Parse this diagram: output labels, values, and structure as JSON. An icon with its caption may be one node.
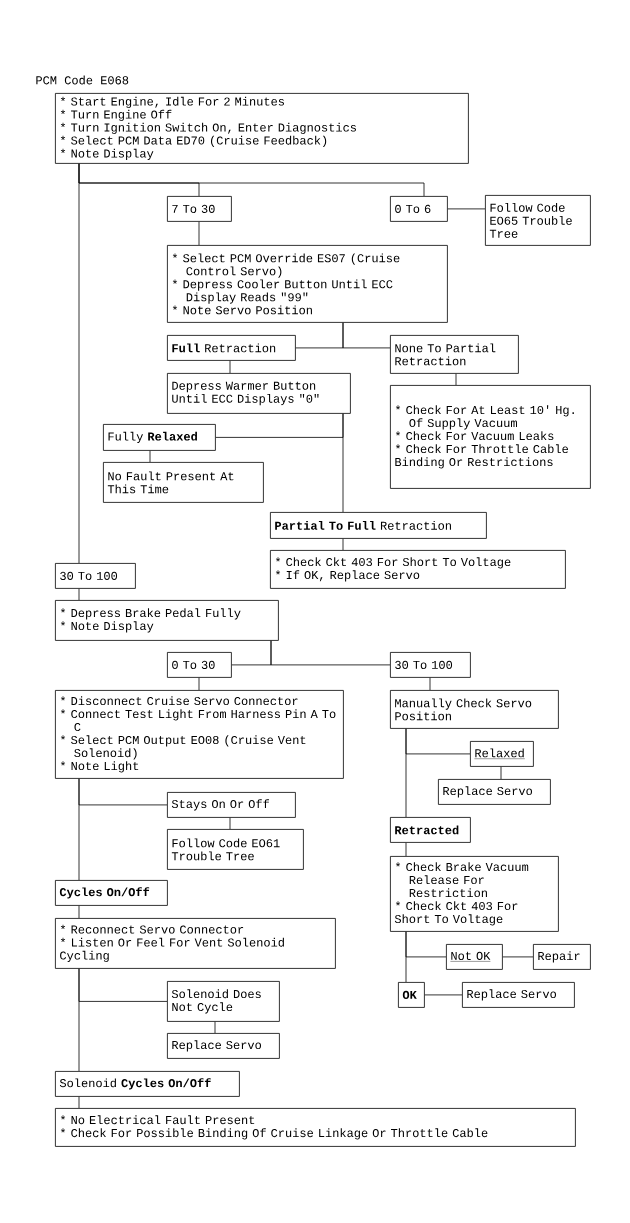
{
  "diagram": {
    "title": "PCM Code E068",
    "nodes": [
      {
        "text": [
          "* Start Engine, Idle For 2 Minutes",
          "* Turn Engine Off",
          "* Turn Ignition Switch On, Enter Diagnostics",
          "* Select PCM Data ED70 (Cruise Feedback)",
          "* Note Display"
        ]
      },
      {
        "text": [
          "7 To 30"
        ]
      },
      {
        "text": [
          "0 To 6"
        ]
      },
      {
        "text": [
          "Follow Code EO65 Trouble Tree"
        ]
      },
      {
        "text": [
          "* Select PCM Override ES07 (Cruise Control Servo)",
          "* Depress Cooler Button Until ECC Display Reads \"99\"",
          "* Note Servo Position"
        ]
      },
      {
        "text": [
          "**Full** Retraction"
        ]
      },
      {
        "text": [
          "None To Partial Retraction"
        ]
      },
      {
        "text": [
          "Depress Warmer Button Until ECC Displays \"0\""
        ]
      },
      {
        "text": [
          "* Check For At Least 10' Hg. Of Supply Vacuum",
          "* Check For Vacuum Leaks",
          "* Check For Throttle Cable Binding Or Restrictions"
        ]
      },
      {
        "text": [
          "Fully **Relaxed**"
        ]
      },
      {
        "text": [
          "No Fault Present At This Time"
        ]
      },
      {
        "text": [
          "**Partial To Full** Retraction"
        ]
      },
      {
        "text": [
          "* Check Ckt 403 For Short To Voltage",
          "* If OK, Replace Servo"
        ]
      },
      {
        "text": [
          "30 To 100"
        ]
      },
      {
        "text": [
          "* Depress Brake Pedal Fully",
          "* Note Display"
        ]
      },
      {
        "text": [
          "0 To 30"
        ]
      },
      {
        "text": [
          "30 To 100"
        ]
      },
      {
        "text": [
          "* Disconnect Cruise Servo Connector",
          "* Connect Test Light From Harness Pin A To C",
          "* Select PCM Output EO08 (Cruise Vent Solenoid)",
          "* Note Light"
        ]
      },
      {
        "text": [
          "Manually Check Servo Position"
        ]
      },
      {
        "text": [
          "Relaxed"
        ]
      },
      {
        "text": [
          "Replace Servo"
        ]
      },
      {
        "text": [
          "Stays On Or Off"
        ]
      },
      {
        "text": [
          "Retracted"
        ]
      },
      {
        "text": [
          "Follow Code EO61 Trouble Tree"
        ]
      },
      {
        "text": [
          "Cycles On/Off"
        ]
      },
      {
        "text": [
          "* Check Brake Vacuum Release For Restriction",
          "* Check Ckt 403 For Short To Voltage"
        ]
      },
      {
        "text": [
          "* Reconnect Servo Connector",
          "* Listen Or Feel For Vent Solenoid Cycling"
        ]
      },
      {
        "text": [
          "Not OK"
        ]
      },
      {
        "text": [
          "Repair"
        ]
      },
      {
        "text": [
          "OK"
        ]
      },
      {
        "text": [
          "Replace Servo"
        ]
      },
      {
        "text": [
          "Solenoid Does Not Cycle"
        ]
      },
      {
        "text": [
          "Replace Servo"
        ]
      },
      {
        "text": [
          "Solenoid **Cycles On/Off**"
        ]
      },
      {
        "text": [
          "* No Electrical Fault Present",
          "* Check For Possible Binding Of Cruise Linkage Or Throttle Cable"
        ]
      }
    ],
    "edges": [
      {
        "from": 0,
        "to": 1,
        "arrow": "none"
      },
      {
        "from": 0,
        "to": 2,
        "arrow": "none"
      },
      {
        "from": 2,
        "to": 3,
        "arrow": "none"
      },
      {
        "from": 1,
        "to": 4,
        "arrow": "none"
      },
      {
        "from": 4,
        "to": 5,
        "arrow": "none"
      },
      {
        "from": 4,
        "to": 6,
        "arrow": "none"
      },
      {
        "from": 5,
        "to": 7,
        "arrow": "none"
      },
      {
        "from": 6,
        "to": 8,
        "arrow": "none"
      },
      {
        "from": 7,
        "to": 9,
        "arrow": "none"
      },
      {
        "from": 9,
        "to": 10,
        "arrow": "none"
      },
      {
        "from": 7,
        "to": 11,
        "arrow": "none"
      },
      {
        "from": 11,
        "to": 12,
        "arrow": "none"
      },
      {
        "from": 0,
        "to": 13,
        "arrow": "none"
      },
      {
        "from": 13,
        "to": 14,
        "arrow": "none"
      },
      {
        "from": 14,
        "to": 15,
        "arrow": "none"
      },
      {
        "from": 14,
        "to": 16,
        "arrow": "none"
      },
      {
        "from": 15,
        "to": 17,
        "arrow": "none"
      },
      {
        "from": 16,
        "to": 18,
        "arrow": "none"
      },
      {
        "from": 17,
        "to": 21,
        "arrow": "none"
      },
      {
        "from": 17,
        "to": 24,
        "arrow": "none"
      },
      {
        "from": 18,
        "to": 19,
        "arrow": "none"
      },
      {
        "from": 18,
        "to": 22,
        "arrow": "none"
      },
      {
        "from": 19,
        "to": 20,
        "arrow": "none"
      },
      {
        "from": 21,
        "to": 23,
        "arrow": "none"
      },
      {
        "from": 22,
        "to": 25,
        "arrow": "none"
      },
      {
        "from": 24,
        "to": 26,
        "arrow": "none"
      },
      {
        "from": 25,
        "to": 27,
        "arrow": "none"
      },
      {
        "from": 27,
        "to": 28,
        "arrow": "none"
      },
      {
        "from": 25,
        "to": 29,
        "arrow": "none"
      },
      {
        "from": 29,
        "to": 30,
        "arrow": "none"
      },
      {
        "from": 26,
        "to": 31,
        "arrow": "none"
      },
      {
        "from": 26,
        "to": 33,
        "arrow": "none"
      },
      {
        "from": 31,
        "to": 32,
        "arrow": "none"
      },
      {
        "from": 33,
        "to": 34,
        "arrow": "none"
      }
    ]
  }
}
